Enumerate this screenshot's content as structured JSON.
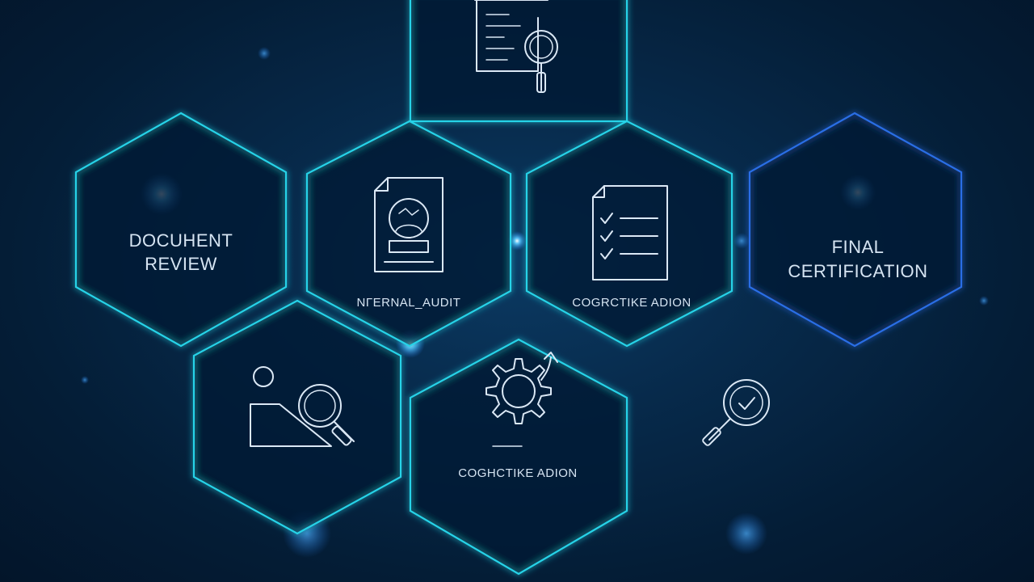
{
  "colors": {
    "background": "#04182c",
    "hex_stroke_cyan": "#27d3e8",
    "hex_stroke_blue": "#2c6ee6",
    "glow": "#3fb6ff",
    "text": "#d6e4f2"
  },
  "nodes": [
    {
      "id": "top",
      "icon": "document-search-icon",
      "label_lines": []
    },
    {
      "id": "document-review",
      "icon": "",
      "label_lines": [
        "DOCUΗENT",
        "REVIEW"
      ]
    },
    {
      "id": "internal-audit",
      "icon": "audit-document-icon",
      "label_lines": [
        "NΓERNAL_AUDIT"
      ]
    },
    {
      "id": "corrective-action-checklist",
      "icon": "checklist-icon",
      "label_lines": [
        "COGRCTIKE ADION"
      ]
    },
    {
      "id": "final-certification",
      "icon": "",
      "label_lines": [
        "FINAL",
        "CERTIFICATION"
      ]
    },
    {
      "id": "investigation",
      "icon": "analysis-magnifier-icon",
      "label_lines": []
    },
    {
      "id": "corrective-action-gear",
      "icon": "gear-arrow-icon",
      "label_lines": [
        "COGHCTIKE ADION"
      ]
    },
    {
      "id": "verification",
      "icon": "verify-magnifier-icon",
      "label_lines": []
    }
  ]
}
